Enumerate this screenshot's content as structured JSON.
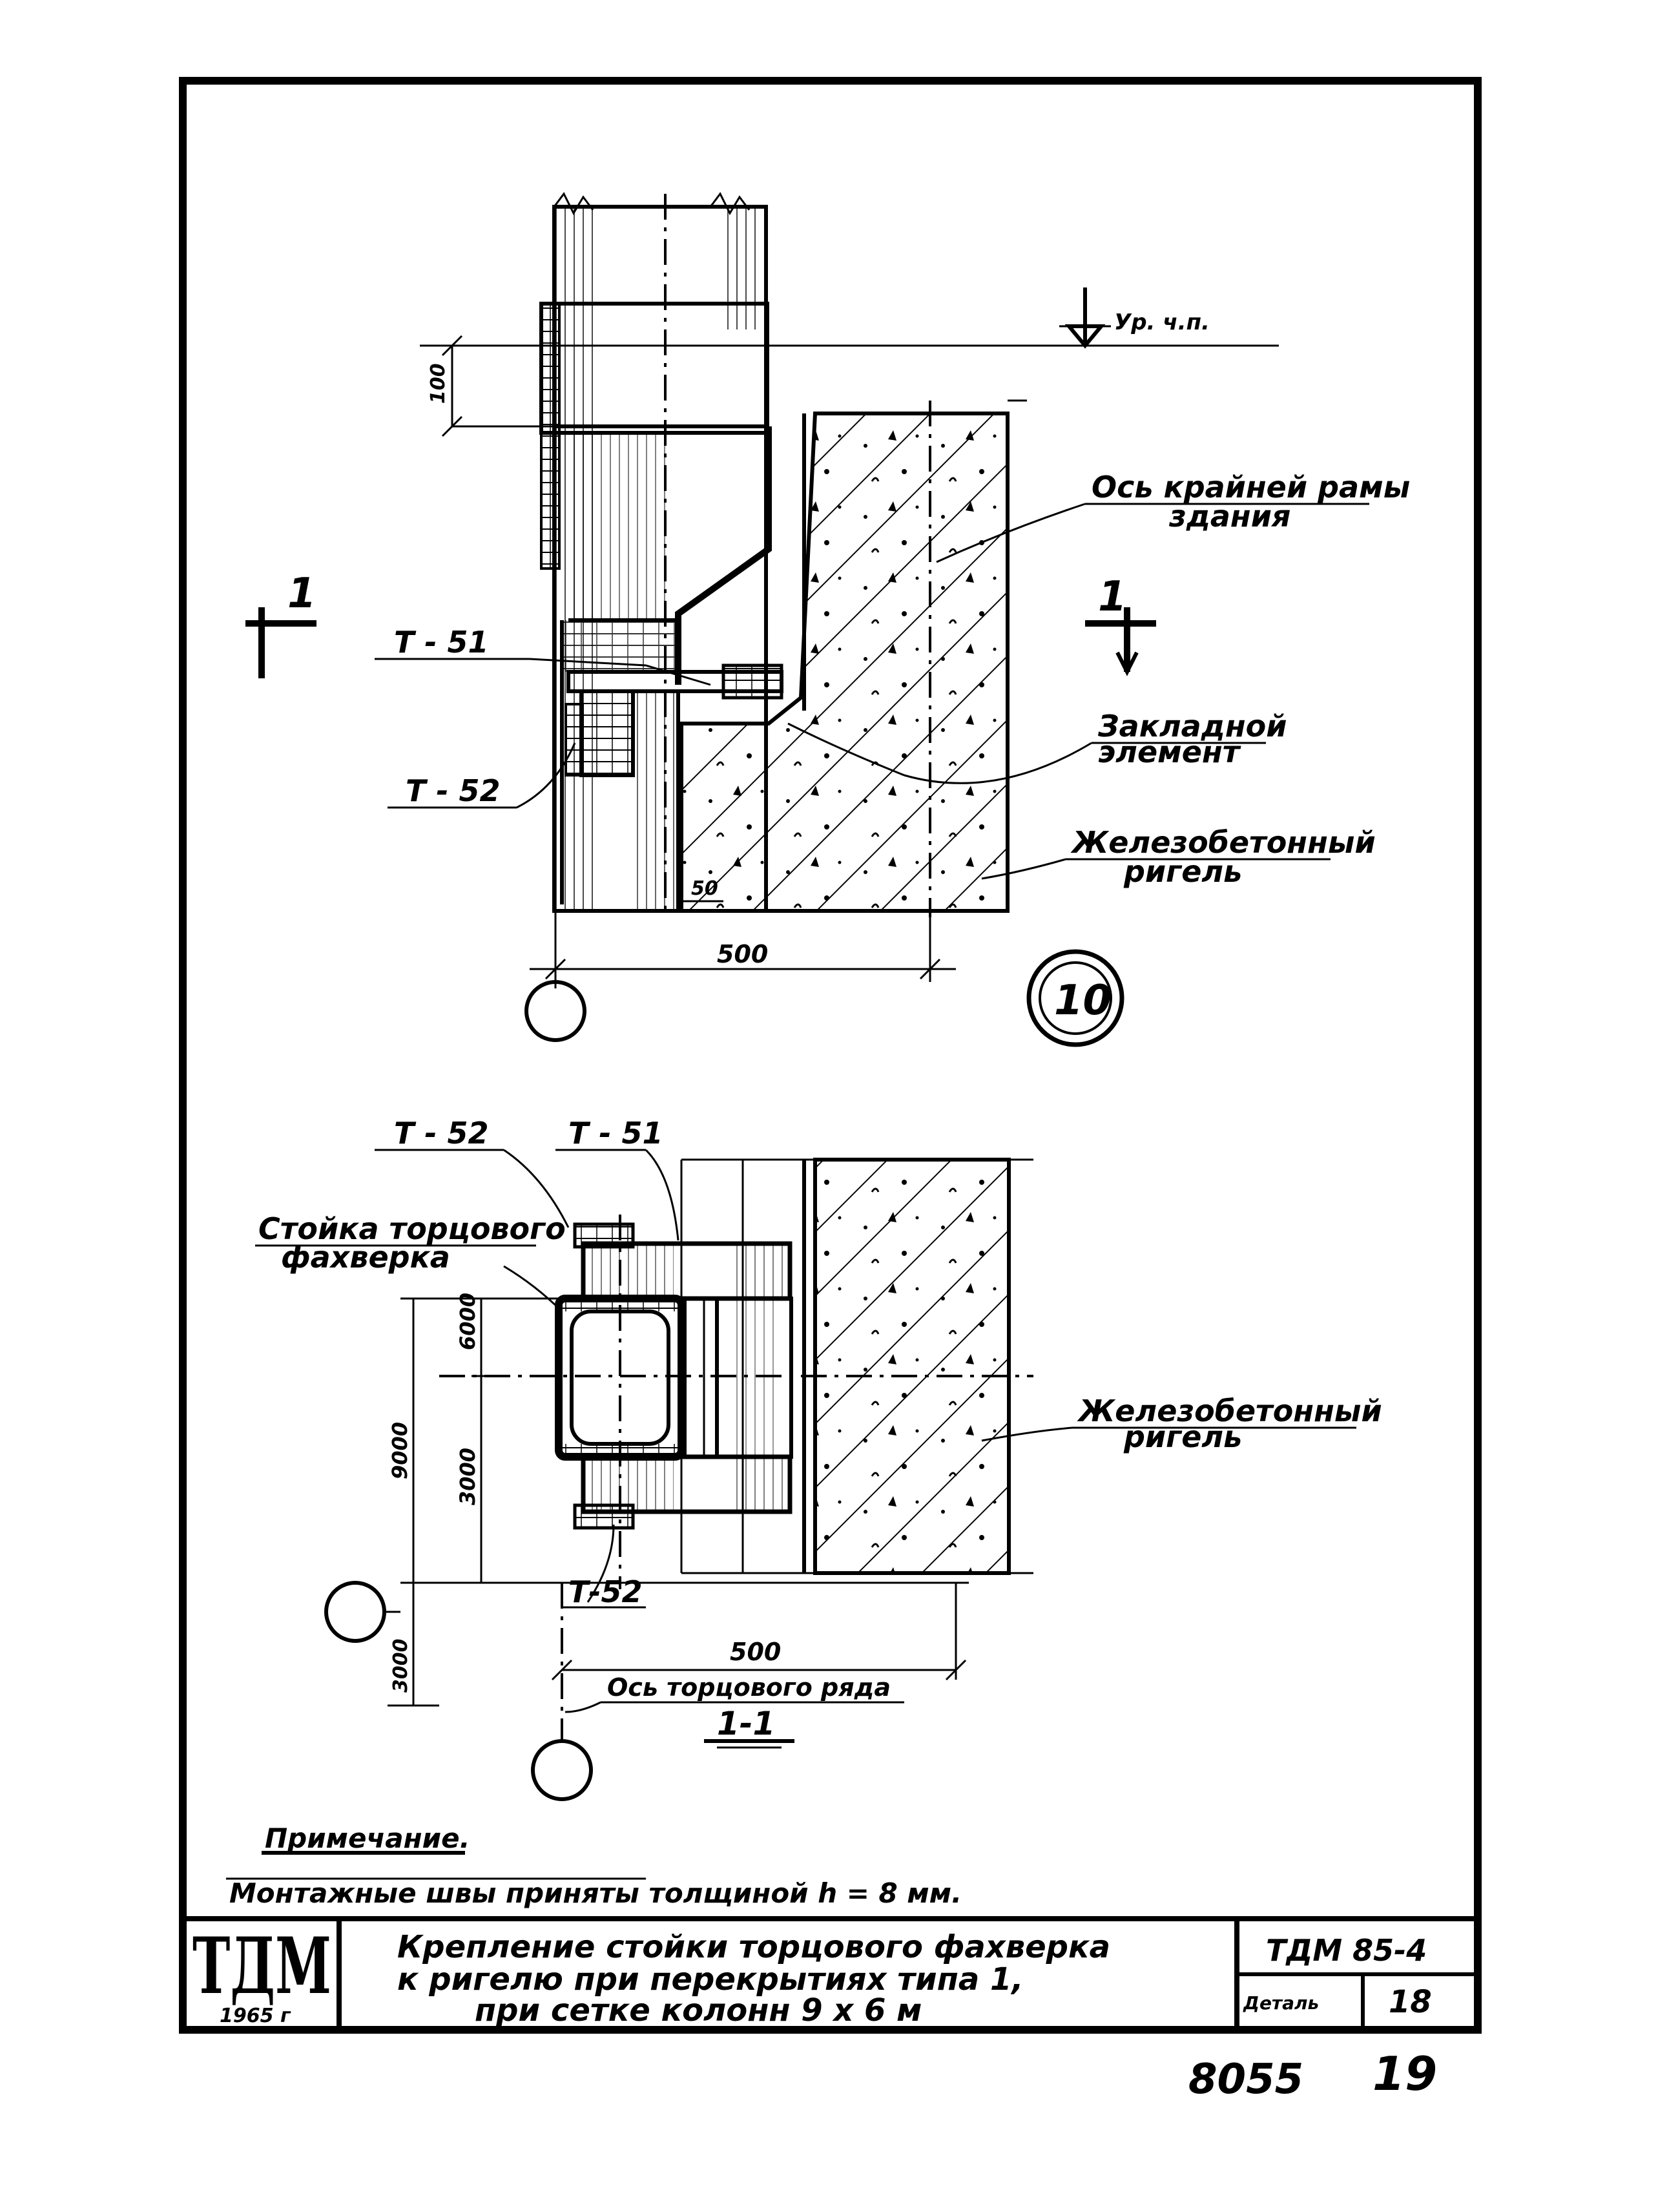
{
  "upper_view": {
    "level_mark": "Ур. ч.п.",
    "dim_100": "100",
    "dim_50": "50",
    "dim_500": "500",
    "label_t51": "Т - 51",
    "label_t52": "Т - 52",
    "axis_frame_1": "Ось крайней рамы",
    "axis_frame_2": "здания",
    "embedded_1": "Закладной",
    "embedded_2": "элемент",
    "beam_1": "Железобетонный",
    "beam_2": "ригель",
    "section_left": "1",
    "section_right": "1",
    "detail_number": "10"
  },
  "lower_view": {
    "label_t52_top": "Т - 52",
    "label_t51": "Т - 51",
    "post_1": "Стойка торцового",
    "post_2": "фахверка",
    "dim_6000": "6000",
    "dim_9000": "9000",
    "dim_3000": "3000",
    "dim_3000_low": "3000",
    "dim_500": "500",
    "beam_1": "Железобетонный",
    "beam_2": "ригель",
    "label_t52_bottom": "Т-52",
    "end_row_axis": "Ось торцового ряда",
    "section_title": "1-1"
  },
  "notes": {
    "heading": "Примечание.",
    "text": "Монтажные швы приняты толщиной  h = 8 мм."
  },
  "title_block": {
    "logo": "ТДМ",
    "year": "1965 г",
    "title_line1": "Крепление стойки торцового фахверка",
    "title_line2": "к ригелю  при перекрытиях типа 1,",
    "title_line3": "при сетке колонн  9 х 6 м",
    "code": "ТДМ 85-4",
    "detail_label": "Деталь",
    "detail_value": "18"
  },
  "footer": {
    "sheet_code": "8055",
    "page_number": "19"
  }
}
